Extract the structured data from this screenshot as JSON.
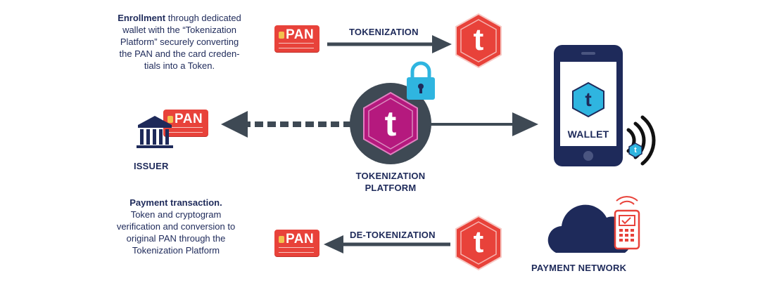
{
  "enrollment": {
    "bold": "Enrollment",
    "line1_rest": " through dedicated",
    "line2": "wallet with the “Tokenization",
    "line3": "Platform” securely converting",
    "line4": "the PAN and the card creden-",
    "line5": "tials into a Token."
  },
  "payment_text": {
    "line1": "Payment transaction.",
    "line2": "Token and cryptogram",
    "line3": "verification and conversion to",
    "line4": "original PAN through the",
    "line5": "Tokenization Platform"
  },
  "card_label": "PAN",
  "token_letter": "t",
  "arrows": {
    "top": "TOKENIZATION",
    "bottom": "DE-TOKENIZATION"
  },
  "platform": {
    "line1": "TOKENIZATION",
    "line2": "PLATFORM"
  },
  "issuer_label": "ISSUER",
  "wallet_label": "WALLET",
  "payment_network_label": "PAYMENT NETWORK",
  "colors": {
    "navy": "#1e2a5a",
    "red": "#e8423a",
    "magenta": "#b5197e",
    "cyan": "#2fb5e0",
    "dark_gray": "#3e4954"
  }
}
